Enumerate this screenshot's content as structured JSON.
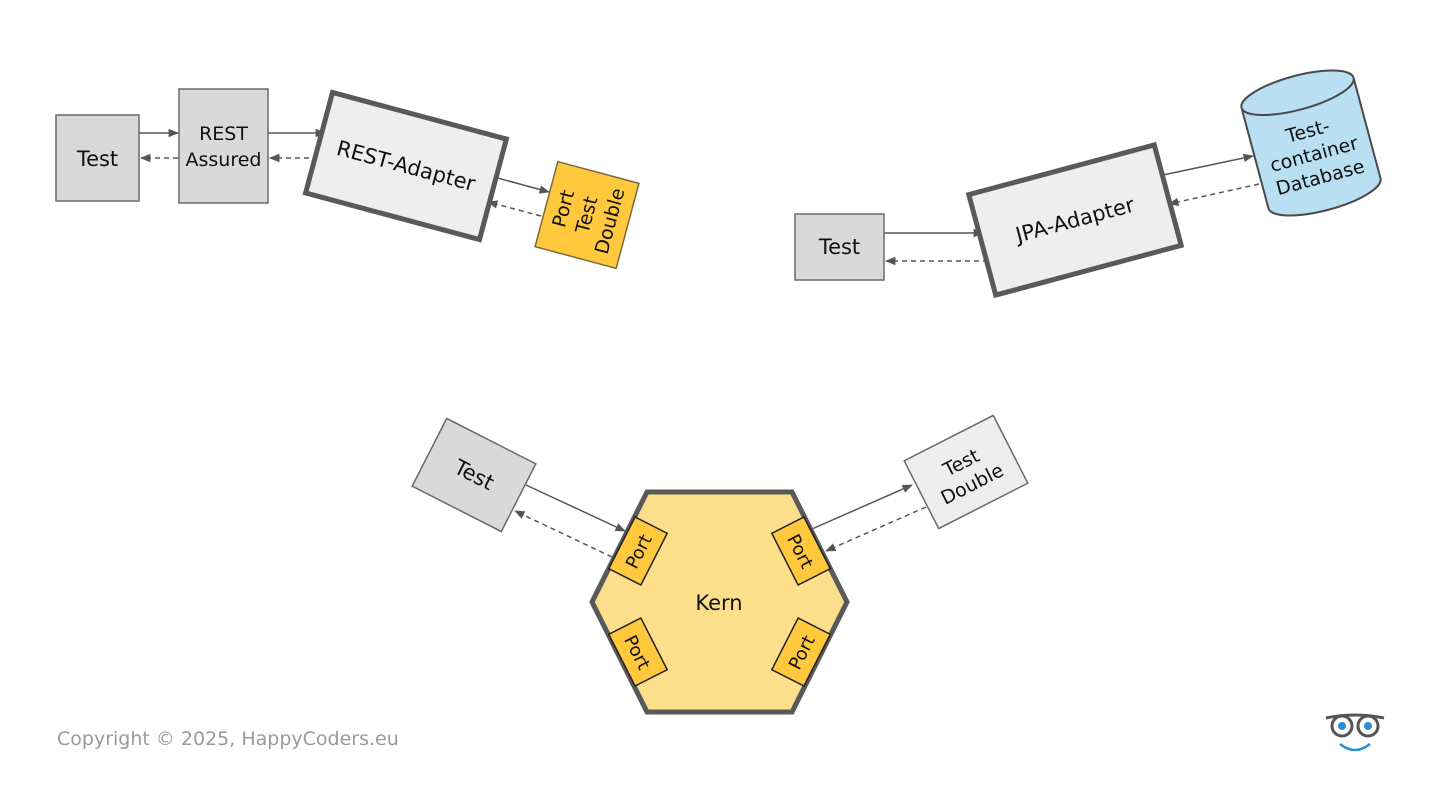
{
  "colors": {
    "test_box": "#d9d9d9",
    "adapter_box": "#eeeeee",
    "port_orange": "#ffc83d",
    "core_yellow": "#fddf8b",
    "database_blue": "#b9dff2",
    "border_dark": "#595959",
    "arrow_gray": "#555555",
    "copyright_gray": "#9a9a9a"
  },
  "rest_section": {
    "test_label": "Test",
    "rest_assured_line1": "REST",
    "rest_assured_line2": "Assured",
    "adapter_label": "REST-Adapter",
    "port_double_line1": "Port",
    "port_double_line2": "Test",
    "port_double_line3": "Double"
  },
  "jpa_section": {
    "test_label": "Test",
    "adapter_label": "JPA-Adapter",
    "database_line1": "Test-",
    "database_line2": "container",
    "database_line3": "Database"
  },
  "core_section": {
    "test_label": "Test",
    "test_double_line1": "Test",
    "test_double_line2": "Double",
    "core_label": "Kern",
    "port_label": "Port"
  },
  "footer": {
    "copyright": "Copyright © 2025, HappyCoders.eu",
    "logo_icon": "glasses-smiley-icon"
  }
}
